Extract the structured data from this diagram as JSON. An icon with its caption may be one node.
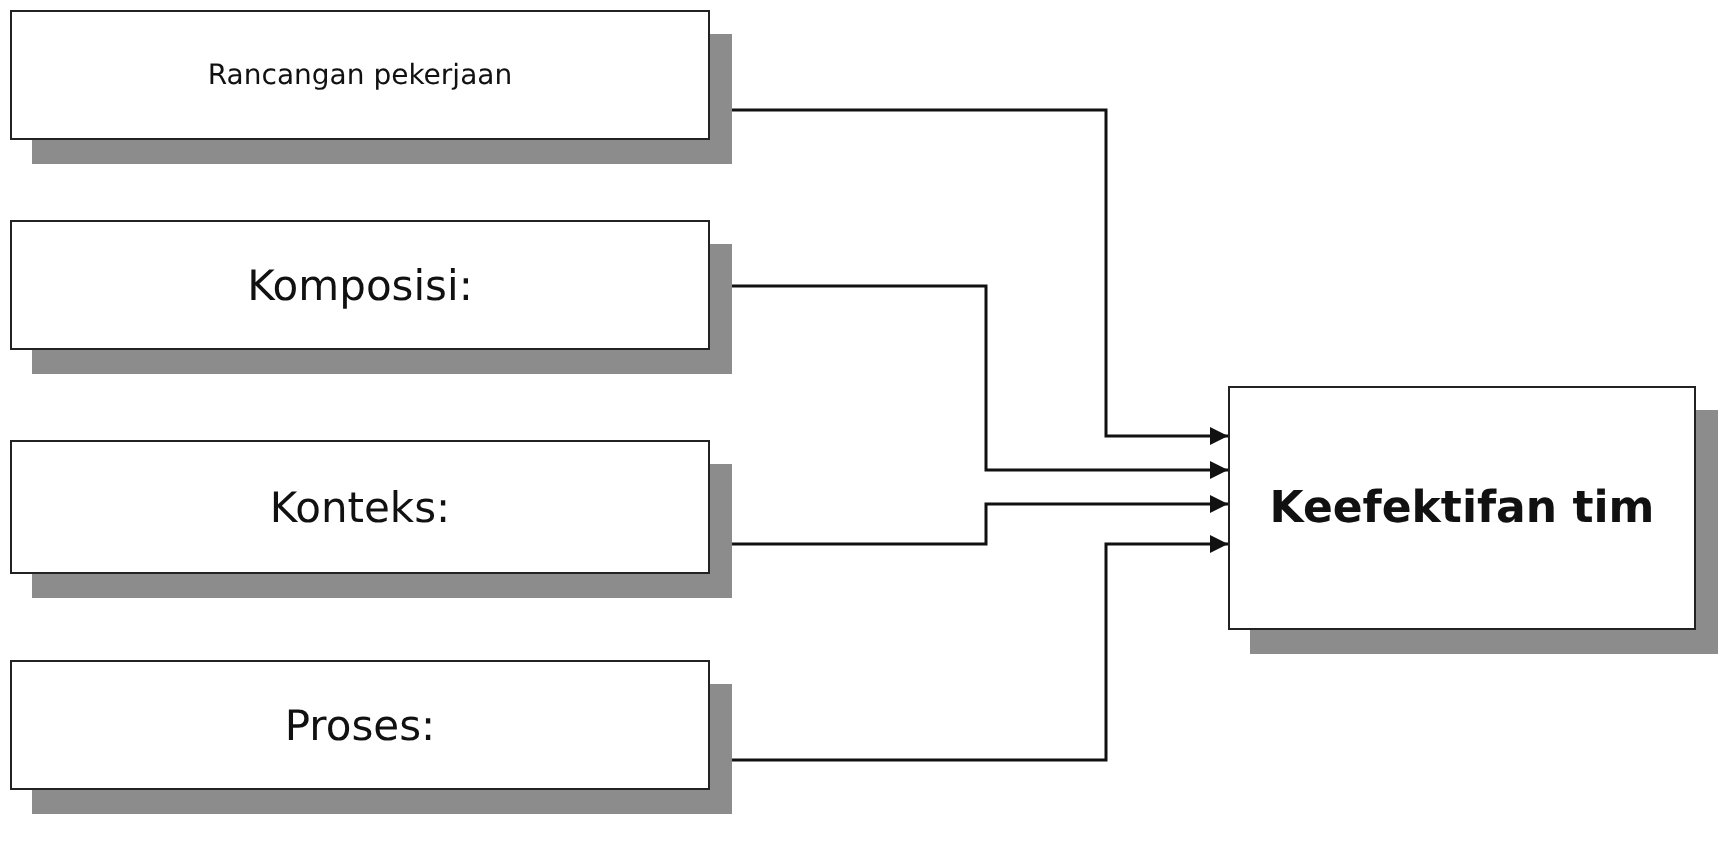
{
  "diagram": {
    "nodes": [
      {
        "text": [
          "Rancangan pekerjaan"
        ]
      },
      {
        "text": [
          "Komposisi:"
        ]
      },
      {
        "text": [
          "Konteks:"
        ]
      },
      {
        "text": [
          "Proses:"
        ]
      },
      {
        "text": [
          "Keefektifan tim"
        ]
      }
    ],
    "edges": [
      {
        "from": 0,
        "to": 4,
        "arrow": "to"
      },
      {
        "from": 1,
        "to": 4,
        "arrow": "to"
      },
      {
        "from": 2,
        "to": 4,
        "arrow": "to"
      },
      {
        "from": 3,
        "to": 4,
        "arrow": "to"
      }
    ]
  }
}
